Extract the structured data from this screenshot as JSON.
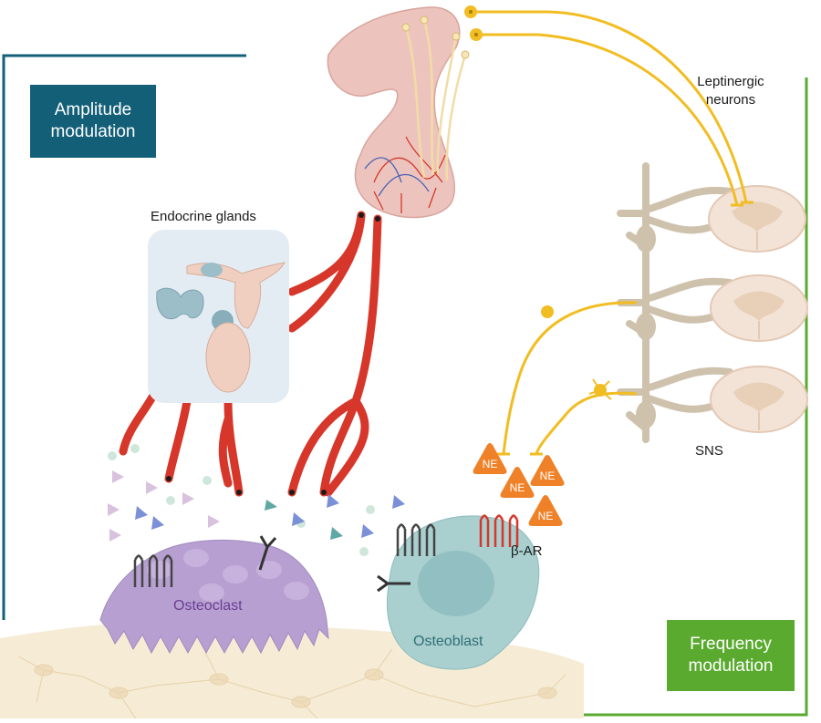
{
  "boxes": {
    "amplitude": {
      "line1": "Amplitude",
      "line2": "modulation",
      "color": "#135f78"
    },
    "frequency": {
      "line1": "Frequency",
      "line2": "modulation",
      "color": "#5aaa2f"
    }
  },
  "labels": {
    "endocrine_glands": "Endocrine glands",
    "leptinergic_line1": "Leptinergic",
    "leptinergic_line2": "neurons",
    "sns": "SNS",
    "beta_ar": "β-AR",
    "osteoclast": "Osteoclast",
    "osteoblast": "Osteoblast",
    "ne": "NE"
  },
  "colors": {
    "amplitude_frame": "#135f78",
    "frequency_frame": "#5aaa2f",
    "blood_vessel": "#d6372a",
    "nerve": "#f2bd22",
    "ne_triangle": "#ef8228",
    "osteoclast": "#b7a0d1",
    "osteoblast": "#a9cfcf",
    "bone": "#f6ecd6",
    "spinal_cord": "#f1dccd",
    "sympathetic_chain": "#cfc2ad",
    "hypothalamus": "#ecc4bd"
  }
}
